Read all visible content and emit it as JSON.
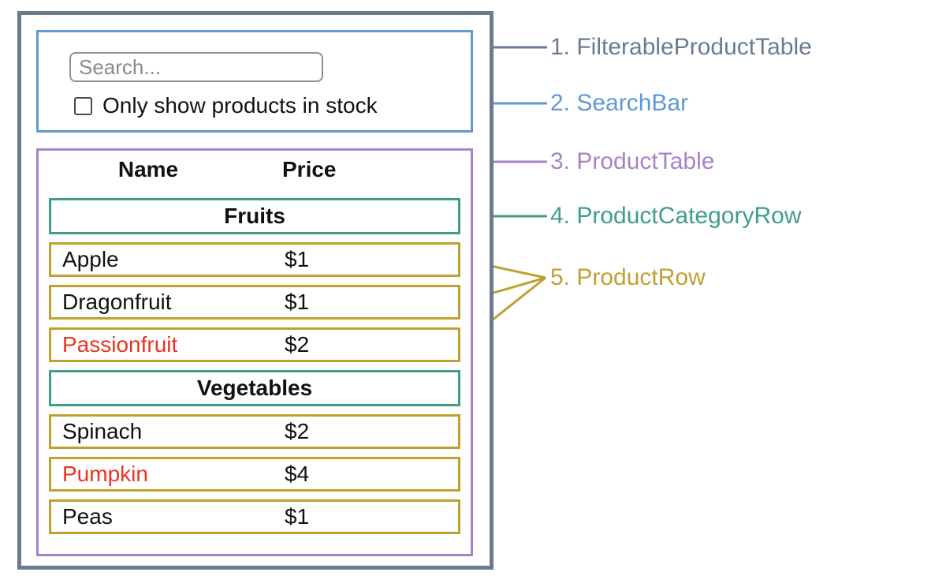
{
  "colors": {
    "filterable_product_table": "#6a7b91",
    "search_bar": "#5f98d3",
    "product_table": "#a683c6",
    "product_category_row": "#409d8b",
    "product_row": "#bfa032",
    "out_of_stock": "#ea3323",
    "text": "#111111"
  },
  "legend": [
    {
      "text": "1. FilterableProductTable"
    },
    {
      "text": "2. SearchBar"
    },
    {
      "text": "3. ProductTable"
    },
    {
      "text": "4. ProductCategoryRow"
    },
    {
      "text": "5. ProductRow"
    }
  ],
  "search_bar": {
    "input_placeholder": "Search...",
    "input_value": "",
    "checkbox_checked": false,
    "checkbox_label": "Only show products in stock"
  },
  "product_table": {
    "headers": {
      "name": "Name",
      "price": "Price"
    },
    "sections": [
      {
        "category": "Fruits",
        "rows": [
          {
            "name": "Apple",
            "price": "$1",
            "out_of_stock": false
          },
          {
            "name": "Dragonfruit",
            "price": "$1",
            "out_of_stock": false
          },
          {
            "name": "Passionfruit",
            "price": "$2",
            "out_of_stock": true
          }
        ]
      },
      {
        "category": "Vegetables",
        "rows": [
          {
            "name": "Spinach",
            "price": "$2",
            "out_of_stock": false
          },
          {
            "name": "Pumpkin",
            "price": "$4",
            "out_of_stock": true
          },
          {
            "name": "Peas",
            "price": "$1",
            "out_of_stock": false
          }
        ]
      }
    ]
  }
}
